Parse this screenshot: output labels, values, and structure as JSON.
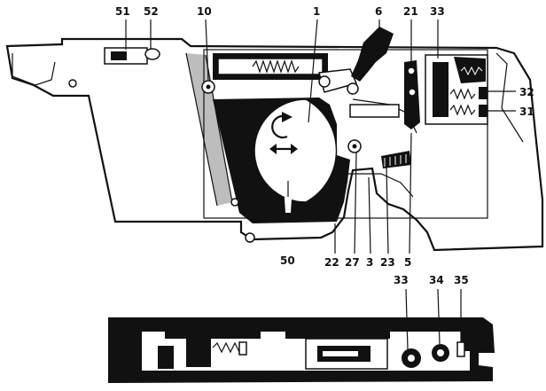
{
  "diagram": {
    "upper_labels": [
      "51",
      "52",
      "10",
      "1",
      "6",
      "21",
      "33",
      "32",
      "31",
      "22",
      "27",
      "3",
      "23",
      "5",
      "50"
    ],
    "lower_labels": [
      "33",
      "34",
      "35"
    ],
    "colors": {
      "ink": "#111111",
      "paper": "#ffffff",
      "shade": "#bdbdbd"
    },
    "icons": [
      "rotate-arrow-icon",
      "double-arrow-icon"
    ]
  }
}
